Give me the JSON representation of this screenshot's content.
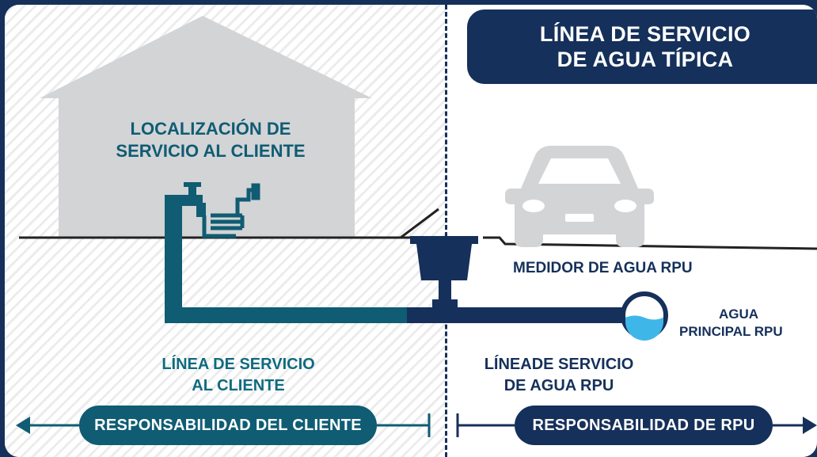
{
  "title": {
    "line1": "LÍNEA DE SERVICIO",
    "line2": "DE AGUA TÍPICA"
  },
  "house": {
    "line1": "LOCALIZACIÓN DE",
    "line2": "SERVICIO AL CLIENTE"
  },
  "meter_label": "MEDIDOR DE AGUA RPU",
  "main_label": {
    "line1": "AGUA",
    "line2": "PRINCIPAL RPU"
  },
  "customer_line": {
    "line1": "LÍNEA DE SERVICIO",
    "line2": "AL CLIENTE"
  },
  "rpu_line": {
    "line1": "LÍNEADE SERVICIO",
    "line2": "DE AGUA RPU"
  },
  "customer_responsibility": "RESPONSABILIDAD DEL CLIENTE",
  "rpu_responsibility": "RESPONSABILIDAD DE RPU",
  "colors": {
    "navy": "#15305a",
    "teal": "#0f5c73",
    "gray": "#d3d4d6",
    "water": "#3fb6e8"
  },
  "icons": [
    "house-icon",
    "faucet-icon",
    "hose-icon",
    "car-icon",
    "meter-box-icon",
    "water-main-icon",
    "left-arrow-icon",
    "right-arrow-icon"
  ]
}
